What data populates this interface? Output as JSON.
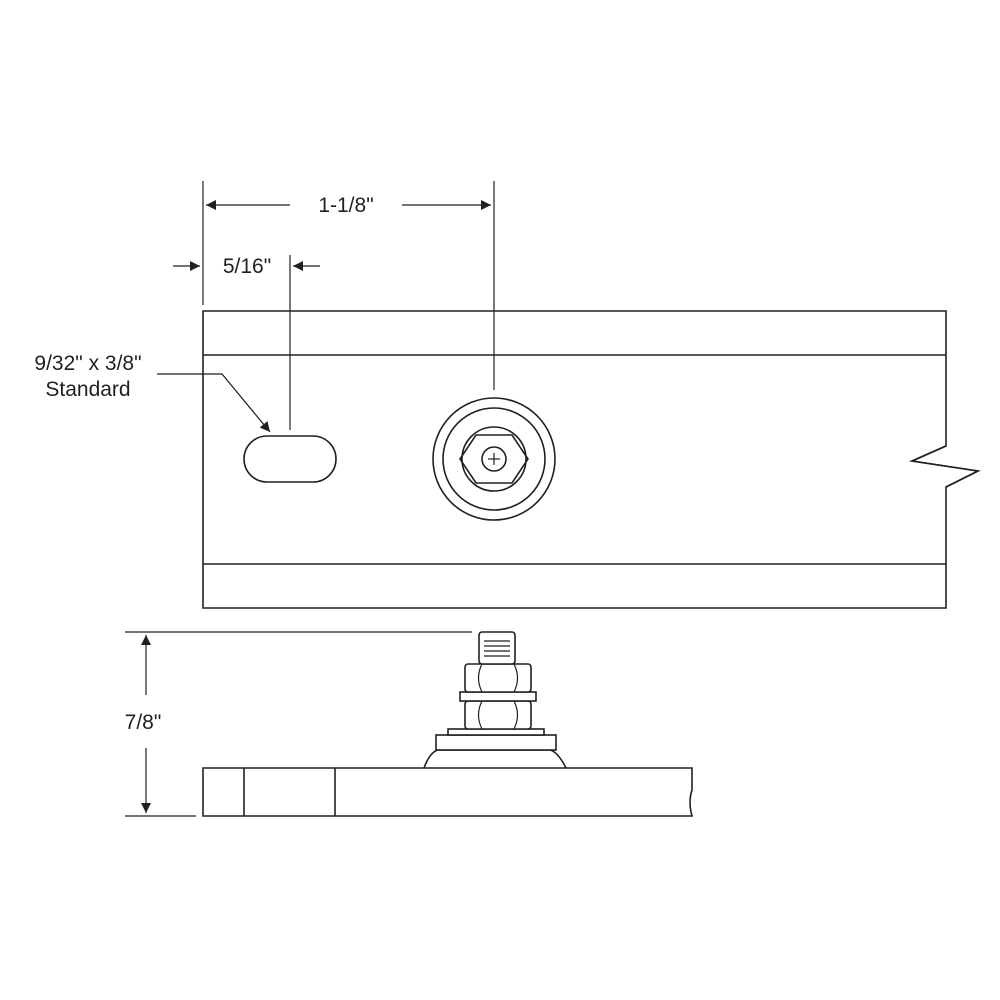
{
  "dimensions": {
    "center_spacing": "1-1/8\"",
    "slot_offset": "5/16\"",
    "height": "7/8\""
  },
  "callout": {
    "line1": "9/32\" x 3/8\"",
    "line2": "Standard"
  },
  "colors": {
    "ink": "#231f20",
    "background": "#ffffff"
  }
}
